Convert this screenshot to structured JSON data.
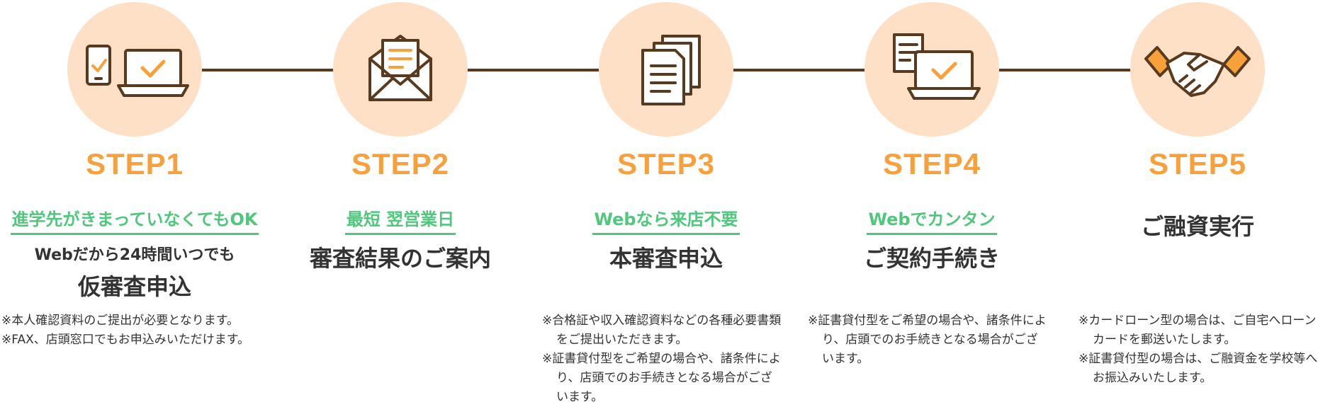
{
  "steps": [
    {
      "label": "STEP1",
      "icon": "laptop-phone-check-icon",
      "highlight": "進学先がきまっていなくてもOK",
      "subtitle": "Webだから24時間いつでも",
      "title": "仮審査申込",
      "notes": [
        "※本人確認資料のご提出が必要となります。",
        "※FAX、店頭窓口でもお申込みいただけます。"
      ]
    },
    {
      "label": "STEP2",
      "icon": "envelope-letter-icon",
      "highlight": "最短 翌営業日",
      "title": "審査結果のご案内"
    },
    {
      "label": "STEP3",
      "icon": "documents-icon",
      "highlight": "Webなら来店不要",
      "title": "本審査申込",
      "notes": [
        "※合格証や収入確認資料などの各種必要書類をご提出いただきます。",
        "※証書貸付型をご希望の場合や、諸条件により、店頭でのお手続きとなる場合がございます。"
      ]
    },
    {
      "label": "STEP4",
      "icon": "laptop-document-check-icon",
      "highlight": "Webでカンタン",
      "title": "ご契約手続き",
      "notes": [
        "※証書貸付型をご希望の場合や、諸条件により、店頭でのお手続きとなる場合がございます。"
      ]
    },
    {
      "label": "STEP5",
      "icon": "handshake-icon",
      "title": "ご融資実行",
      "notes": [
        "※カードローン型の場合は、ご自宅へローンカードを郵送いたします。",
        "※証書貸付型の場合は、ご融資金を学校等へお振込みいたします。"
      ]
    }
  ],
  "colors": {
    "step_label": "#f8a13b",
    "highlight": "#4fc77c",
    "circle": "#fde0c5",
    "icon_line": "#5a3a1e",
    "icon_accent": "#f8a13b"
  }
}
